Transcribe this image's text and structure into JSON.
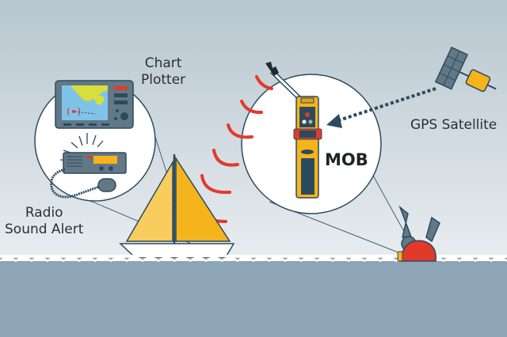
{
  "labels": {
    "chart_plotter_line1": "Chart",
    "chart_plotter_line2": "Plotter",
    "radio_line1": "Radio",
    "radio_line2": "Sound Alert",
    "mob": "MOB",
    "gps": "GPS Satellite"
  },
  "colors": {
    "sky_top": "#b7c6cf",
    "sky_bottom": "#e8edf0",
    "sea": "#8da5b6",
    "sail": "#f5b31c",
    "signal": "#e23a2a",
    "navy": "#2c4a5e"
  }
}
